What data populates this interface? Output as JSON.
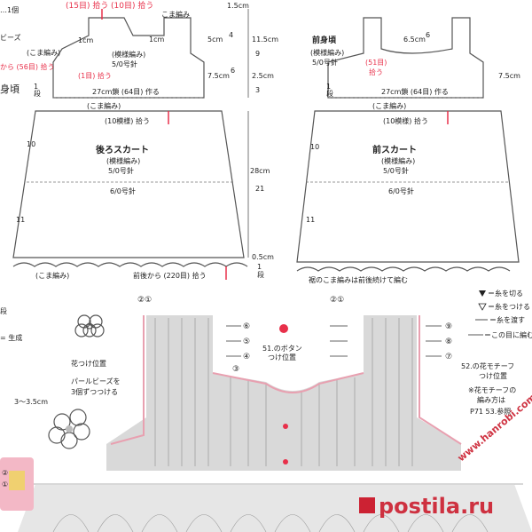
{
  "top_left": {
    "label_15": "(15目) 拾う",
    "label_10": "(10目) 拾う",
    "label_koma": "こま編み",
    "label_beads": "ビーズ",
    "label_koma2": "(こま編み)",
    "label_56": "から (56目) 拾う",
    "label_1me": "(1目) 拾う",
    "label_1cm_a": "1cm",
    "label_1cm_b": "1cm",
    "label_pattern": "(模様編み)",
    "label_hook": "5/0号針",
    "label_27cm": "27cm鎖 (64目) 作る",
    "label_1dan": "1",
    "label_dan": "段",
    "label_10dan": "10",
    "label_11dan": "11",
    "label_back_skirt": "後ろスカート",
    "label_back_pattern": "(模様編み)",
    "label_back_hook": "5/0号針",
    "label_60hook": "6/0号針",
    "label_10mod": "(10模様) 拾う",
    "label_koma_bottom": "(こま編み)",
    "label_220": "前後から (220目) 拾う",
    "label_body": "身頃",
    "label_ikko": "…1個"
  },
  "middle": {
    "m_15cm": "1.5cm",
    "m_5cm": "5cm",
    "m_4dan": "4",
    "m_115cm": "11.5cm",
    "m_9dan": "9",
    "m_75cm": "7.5cm",
    "m_6dan": "6",
    "m_25cm": "2.5cm",
    "m_3dan": "3",
    "m_28cm": "28cm",
    "m_21dan": "21",
    "m_05cm": "0.5cm",
    "m_1dan": "1",
    "m_dan": "段"
  },
  "top_right": {
    "front_body": "前身頃",
    "front_pattern": "(模様編み)",
    "front_hook": "5/0号針",
    "m_65cm": "6.5cm",
    "m_6dan": "6",
    "m_51": "(51目)",
    "m_pick": "拾う",
    "m_27cm": "27cm鎖 (64目) 作る",
    "m_75cm": "7.5cm",
    "m_koma": "(こま編み)",
    "m_10mod": "(10模様) 拾う",
    "front_skirt": "前スカート",
    "front_skirt_pattern": "(模様編み)",
    "front_skirt_hook": "5/0号針",
    "m_60hook": "6/0号針",
    "m_10dan": "10",
    "m_11dan": "11",
    "m_1dan": "1",
    "m_dan": "段",
    "hem_note": "裾のこま編みは前後続けて編む"
  },
  "bottom_left": {
    "m_dan_top": "段",
    "sei": "= 生成",
    "flower_pos": "花つけ位置",
    "pearl": "パールビーズを",
    "pearl2": "3個ずつつける",
    "size": "3～3.5cm",
    "c1": "①",
    "c2": "②"
  },
  "chart": {
    "button_label": "51.のボタン",
    "button_label2": "つけ位置",
    "arrow6a": "⑥",
    "arrow5a": "⑤",
    "arrow4a": "④",
    "arrow3a": "③",
    "arrow9": "⑨",
    "arrow8": "⑧",
    "arrow7": "⑦",
    "top21a": "②①",
    "top21b": "②①"
  },
  "legend": {
    "cut": "＝糸を切る",
    "join": "＝糸をつける",
    "pass": "＝糸を渡す",
    "ring": "＝この目に編む",
    "motif": "52.の花モチーフ",
    "motif2": "つけ位置",
    "how1": "※花モチーフの",
    "how2": "編み方は",
    "how3": "P71  53.参照"
  },
  "watermark": {
    "brand": "postila.ru",
    "site": "www.hanrobi.com"
  },
  "colors": {
    "red": "#e8304a",
    "grey_chart": "#d9d9d9",
    "outline": "#555555",
    "watermark": "#cc2233"
  }
}
